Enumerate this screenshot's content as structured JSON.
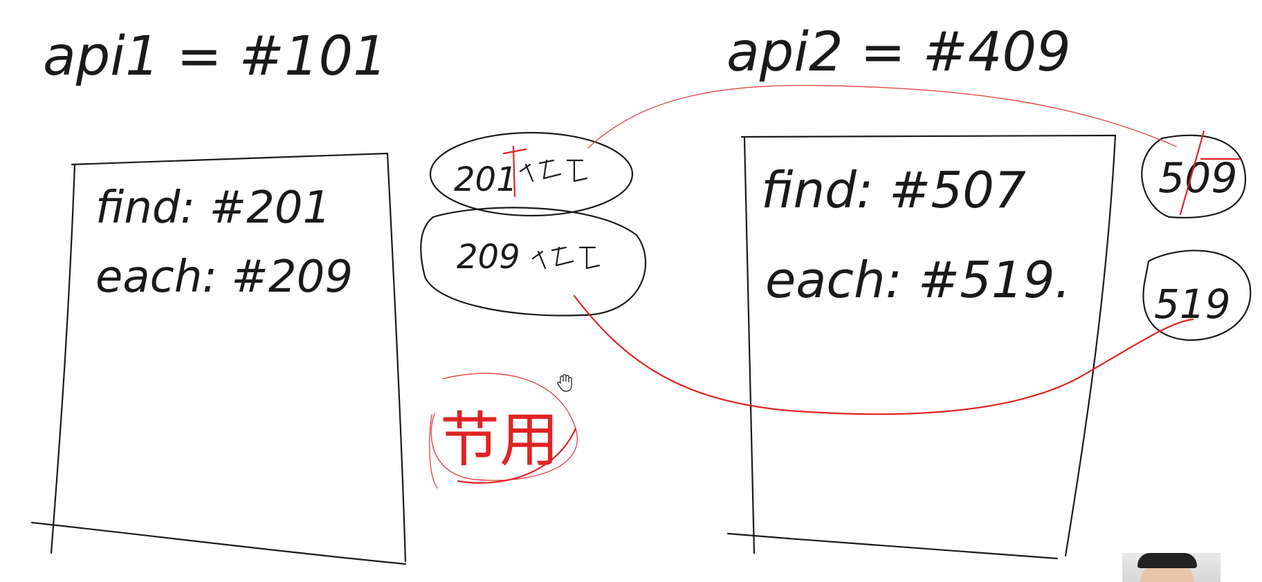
{
  "canvas": {
    "background": "#ffffff",
    "ink_color": "#1a1a1a",
    "accent_color": "#e02424"
  },
  "left": {
    "title": "api1 = #101",
    "box_lines": [
      "find: #201",
      "each: #209"
    ]
  },
  "right": {
    "title": "api2 = #409",
    "box_lines": [
      "find: #507",
      "each: #519."
    ]
  },
  "middle": {
    "bubble_top": "201",
    "bubble_bottom": "209",
    "note": "节用"
  },
  "far_right": {
    "bubble_top": "509",
    "bubble_bottom": "519"
  },
  "cursor_icon": "hand-cursor-icon",
  "webcam_icon": "presenter-webcam-icon"
}
